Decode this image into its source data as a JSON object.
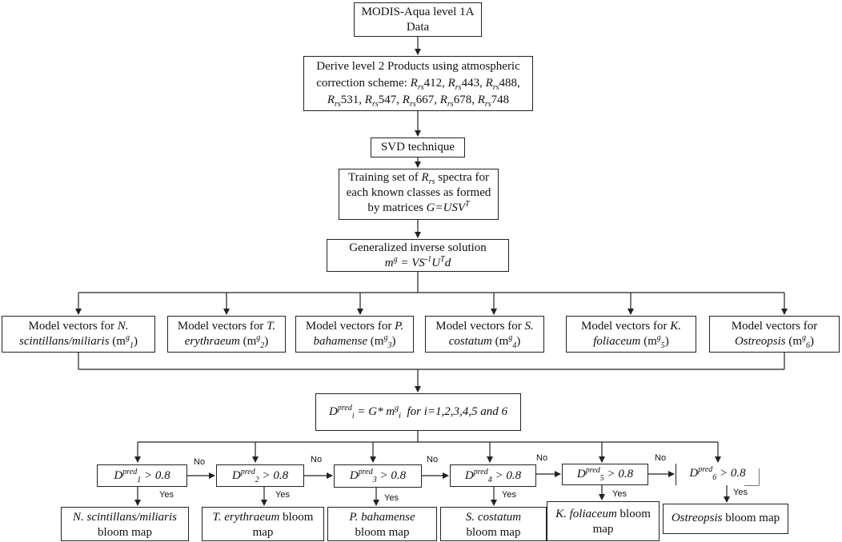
{
  "n1": {
    "line1": "MODIS-Aqua level 1A",
    "line2": "Data"
  },
  "n2": {
    "line1": "Derive level 2 Products using atmospheric",
    "line2_prefix": "correction scheme: ",
    "sym": "R",
    "sub": "rs",
    "bands_line2": [
      "412,",
      "443,",
      "488,"
    ],
    "bands_line3": [
      "531,",
      "547,",
      "667,",
      "678,",
      "748"
    ]
  },
  "n3": {
    "text": "SVD technique"
  },
  "n4": {
    "line1_prefix": "Training set of ",
    "sym": "R",
    "sub": "rs",
    "line1_suffix": " spectra for",
    "line2": "each known classes as formed",
    "line3_prefix": "by matrices ",
    "eq": "G=USV",
    "sup": "T"
  },
  "n5": {
    "line1": "Generalized inverse solution",
    "m": "m",
    "g": "g",
    "eq_mid": " = VS",
    "neg1": "-1",
    "u": "U",
    "t": "T",
    "d": "d"
  },
  "models": [
    {
      "prefix": "Model vectors for ",
      "sp1": "N.",
      "sp2": "scintillans/miliaris",
      "vec": "(m",
      "sup": "g",
      "sub": "1",
      "close": ")"
    },
    {
      "prefix": "Model vectors for ",
      "sp1": "T.",
      "sp2": "erythraeum",
      "vec": "(m",
      "sup": "g",
      "sub": "2",
      "close": ")"
    },
    {
      "prefix": "Model vectors for ",
      "sp1": "P.",
      "sp2": "bahamense",
      "vec": "(m",
      "sup": "g",
      "sub": "3",
      "close": ")"
    },
    {
      "prefix": "Model vectors for ",
      "sp1": "S.",
      "sp2": "costatum",
      "vec": "(m",
      "sup": "g",
      "sub": "4",
      "close": ")"
    },
    {
      "prefix": "Model vectors for ",
      "sp1": "K.",
      "sp2": "foliaceum",
      "vec": "(m",
      "sup": "g",
      "sub": "5",
      "close": ")"
    },
    {
      "prefix": "Model vectors for",
      "sp1": "",
      "sp2": "Ostreopsis",
      "vec": "(m",
      "sup": "g",
      "sub": "6",
      "close": ")"
    }
  ],
  "pred": {
    "D": "D",
    "pred": "pred",
    "i": "i",
    "mid": " = G* m",
    "g": "g",
    "tail": "  for i=1,2,3,4,5 and 6"
  },
  "decisions": [
    {
      "D": "D",
      "pred": "pred",
      "sub": "1",
      "cond": " > 0.8"
    },
    {
      "D": "D",
      "pred": "pred",
      "sub": "2",
      "cond": " > 0.8"
    },
    {
      "D": "D",
      "pred": "pred",
      "sub": "3",
      "cond": " > 0.8"
    },
    {
      "D": "D",
      "pred": "pred",
      "sub": "4",
      "cond": " > 0.8"
    },
    {
      "D": "D",
      "pred": "pred",
      "sub": "5",
      "cond": " > 0.8"
    },
    {
      "D": "D",
      "pred": "pred",
      "sub": "6",
      "cond": " > 0.8"
    }
  ],
  "no_label": "No",
  "yes_label": "Yes",
  "maps": [
    {
      "species": "N. scintillans/miliaris",
      "rest": "",
      "line2": "bloom map"
    },
    {
      "species": "T. erythraeum",
      "rest": " bloom",
      "line2": "map"
    },
    {
      "species": "P. bahamense",
      "rest": "",
      "line2": "bloom map"
    },
    {
      "species": "S. costatum",
      "rest": "",
      "line2": "bloom map"
    },
    {
      "species": "K. foliaceum",
      "rest": " bloom",
      "line2": "map"
    },
    {
      "species": "Ostreopsis",
      "rest": " bloom map",
      "line2": ""
    }
  ]
}
